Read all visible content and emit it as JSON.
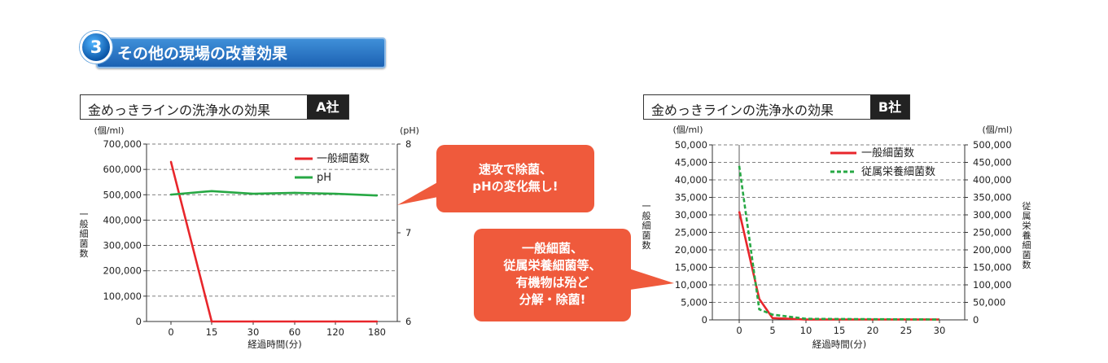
{
  "section": {
    "number": "3",
    "title": "その他の現場の改善効果"
  },
  "chart_a": {
    "title": "金めっきラインの洗浄水の効果",
    "company": "A社"
  },
  "chart_b": {
    "title": "金めっきラインの洗浄水の効果",
    "company": "B社"
  },
  "callout_a": {
    "line1": "速攻で除菌、",
    "line2": "pHの変化無し!"
  },
  "callout_b": {
    "line1": "一般細菌、",
    "line2": "従属栄養細菌等、",
    "line3": "有機物は殆ど",
    "line4": "分解・除菌!"
  },
  "colors": {
    "red": "#e8262b",
    "green": "#27a844",
    "accent": "#ef5a3c",
    "header_blue": "#1c62b3"
  },
  "chart_data": [
    {
      "type": "line",
      "categories": [
        "0",
        "15",
        "30",
        "60",
        "120",
        "180"
      ],
      "y_unit_left": "(個/ml)",
      "y_unit_right": "(pH)",
      "ylabel_left": "一般細菌数",
      "xlabel": "経過時間(分)",
      "ylim_left": [
        0,
        700000
      ],
      "ylim_right": [
        6,
        8
      ],
      "yticks_left": [
        "0",
        "100,000",
        "200,000",
        "300,000",
        "400,000",
        "500,000",
        "600,000",
        "700,000"
      ],
      "yticks_right": [
        "6",
        "7",
        "8"
      ],
      "grid": "horizontal dashed",
      "legend_position": "top-right",
      "series": [
        {
          "name": "一般細菌数",
          "axis": "left",
          "color": "#e8262b",
          "values": [
            630000,
            0,
            0,
            0,
            0,
            0
          ]
        },
        {
          "name": "pH",
          "axis": "right",
          "color": "#27a844",
          "values": [
            7.43,
            7.47,
            7.44,
            7.45,
            7.44,
            7.42
          ]
        }
      ]
    },
    {
      "type": "line",
      "x": [
        0,
        5,
        10,
        15,
        20,
        25,
        30
      ],
      "xticks": [
        "0",
        "5",
        "10",
        "15",
        "20",
        "25",
        "30"
      ],
      "y_unit_left": "(個/ml)",
      "y_unit_right": "(個/ml)",
      "ylabel_left": "一般細菌数",
      "ylabel_right": "従属栄養細菌数",
      "xlabel": "経過時間(分)",
      "ylim_left": [
        0,
        50000
      ],
      "ylim_right": [
        0,
        500000
      ],
      "yticks_left": [
        "0",
        "5,000",
        "10,000",
        "15,000",
        "20,000",
        "25,000",
        "30,000",
        "35,000",
        "40,000",
        "45,000",
        "50,000"
      ],
      "yticks_right": [
        "0",
        "50,000",
        "100,000",
        "150,000",
        "200,000",
        "250,000",
        "300,000",
        "350,000",
        "400,000",
        "450,000",
        "500,000"
      ],
      "grid": "horizontal dashed",
      "legend_position": "top-right",
      "series": [
        {
          "name": "一般細菌数",
          "axis": "left",
          "color": "#e8262b",
          "style": "solid",
          "points": [
            [
              0,
              31000
            ],
            [
              3,
              6000
            ],
            [
              5,
              500
            ],
            [
              10,
              100
            ],
            [
              30,
              100
            ]
          ]
        },
        {
          "name": "従属栄養細菌数",
          "axis": "right",
          "color": "#27a844",
          "style": "dashed",
          "points": [
            [
              0,
              440000
            ],
            [
              3,
              30000
            ],
            [
              5,
              15000
            ],
            [
              10,
              3000
            ],
            [
              30,
              1000
            ]
          ]
        }
      ]
    }
  ]
}
